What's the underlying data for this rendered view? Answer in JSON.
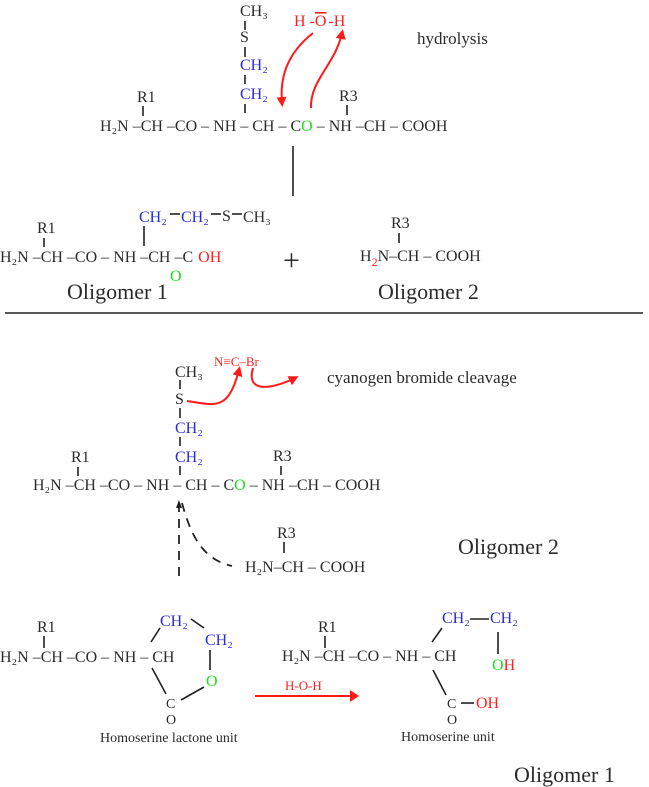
{
  "hydrolysis": {
    "title": "hydrolysis",
    "water": {
      "h1": "H -",
      "o": "O",
      "h2": "-H"
    },
    "side_chain": {
      "ch3": "CH₃",
      "s": "S",
      "ch2a": "CH₂",
      "ch2b": "CH₂"
    },
    "r1": "R1",
    "r3": "R3",
    "chain": {
      "left": "H₂N –CH –CO – NH – CH – C",
      "o": "O",
      "right": "– NH –CH – COOH"
    },
    "product1": {
      "side": {
        "ch2a": "CH₂",
        "ch2b": "CH₂",
        "s": "S",
        "ch3": "CH₃"
      },
      "r1": "R1",
      "chain": "H₂N –CH –CO – NH –CH –C",
      "oh": "OH",
      "o": "O",
      "label": "Oligomer 1"
    },
    "plus": "+",
    "product2": {
      "r3": "R3",
      "h": "H",
      "sub": "2",
      "rest": "N–CH – COOH",
      "label": "Oligomer 2"
    }
  },
  "cnbr": {
    "title": "cyanogen bromide cleavage",
    "reagent": "N≡C–Br",
    "side_chain": {
      "ch3": "CH₃",
      "s": "S",
      "ch2a": "CH₂",
      "ch2b": "CH₂"
    },
    "r1": "R1",
    "r3": "R3",
    "chain": {
      "left": "H₂N –CH –CO – NH – CH – C",
      "o": "O",
      "right": "– NH –CH – COOH"
    },
    "product2": {
      "r3": "R3",
      "formula": "H₂N–CH – COOH",
      "label": "Oligomer 2"
    },
    "lactone": {
      "r1": "R1",
      "chain": "H₂N –CH –CO – NH – CH",
      "ch2a": "CH₂",
      "ch2b": "CH₂",
      "o_ring": "O",
      "c": "C",
      "o": "O",
      "label": "Homoserine lactone unit"
    },
    "reaction_arrow_label": "H-O-H",
    "homoserine": {
      "r1": "R1",
      "chain": "H₂N –CH –CO – NH – CH",
      "ch2a": "CH₂",
      "ch2b": "CH₂",
      "oh_o": "O",
      "oh_h": "H",
      "c": "C",
      "oh": "OH",
      "o": "O",
      "label": "Homoserine unit"
    },
    "oligomer1_label": "Oligomer 1"
  },
  "colors": {
    "side_chain": "#2a2ad8",
    "reagent": "#ff2020",
    "oxygen": "#1ee01e"
  }
}
